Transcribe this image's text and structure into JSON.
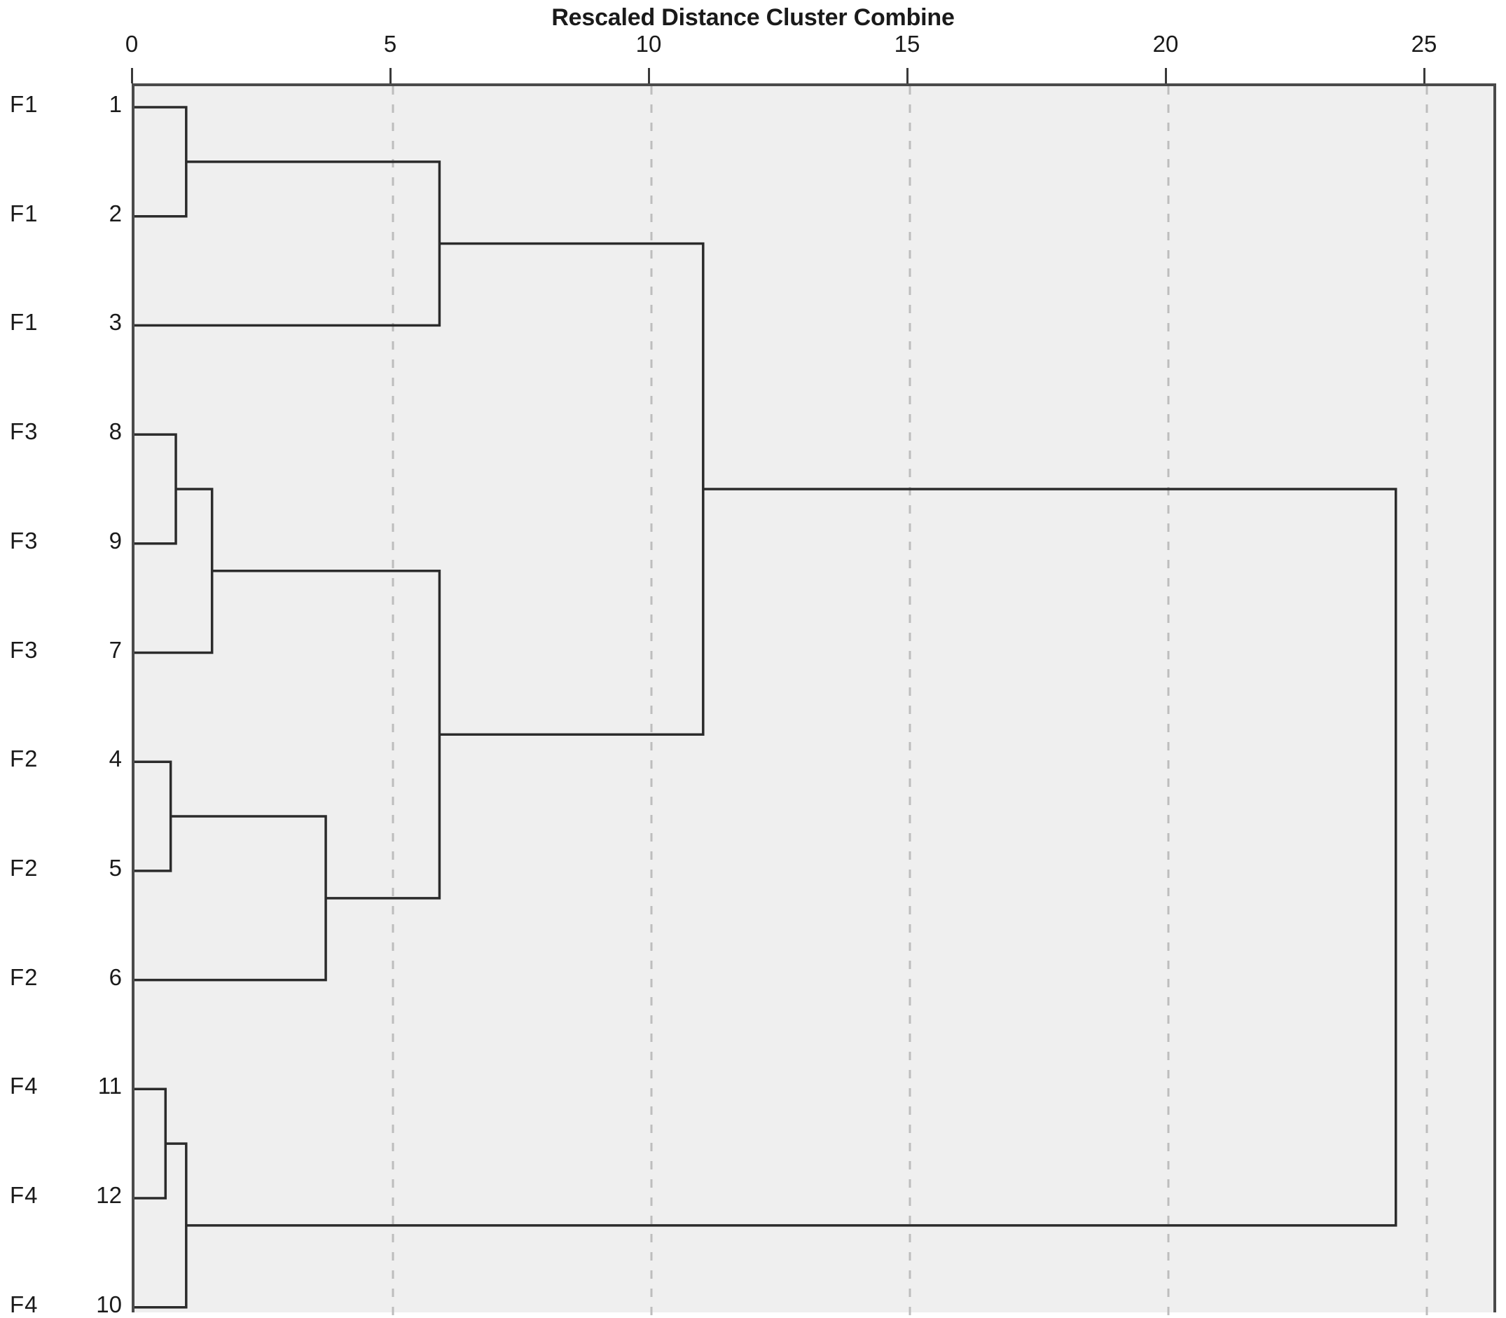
{
  "chart_data": {
    "type": "dendrogram",
    "title": "Rescaled Distance Cluster Combine",
    "xlabel": "",
    "ylabel": "",
    "xlim": [
      0,
      26.4
    ],
    "grid": true,
    "legend": "none",
    "xticks": [
      0,
      5,
      10,
      15,
      20,
      25
    ],
    "xtick_labels": [
      "0",
      "5",
      "10",
      "15",
      "20",
      "25"
    ],
    "leaves": [
      {
        "group": "F1",
        "case": "1",
        "order": 0
      },
      {
        "group": "F1",
        "case": "2",
        "order": 1
      },
      {
        "group": "F1",
        "case": "3",
        "order": 2
      },
      {
        "group": "F3",
        "case": "8",
        "order": 3
      },
      {
        "group": "F3",
        "case": "9",
        "order": 4
      },
      {
        "group": "F3",
        "case": "7",
        "order": 5
      },
      {
        "group": "F2",
        "case": "4",
        "order": 6
      },
      {
        "group": "F2",
        "case": "5",
        "order": 7
      },
      {
        "group": "F2",
        "case": "6",
        "order": 8
      },
      {
        "group": "F4",
        "case": "11",
        "order": 9
      },
      {
        "group": "F4",
        "case": "12",
        "order": 10
      },
      {
        "group": "F4",
        "case": "10",
        "order": 11
      }
    ],
    "merges": [
      {
        "id": "m1",
        "left": "1",
        "right": "2",
        "distance": 1.0
      },
      {
        "id": "m2",
        "left": "m1",
        "right": "3",
        "distance": 5.9
      },
      {
        "id": "m3",
        "left": "8",
        "right": "9",
        "distance": 0.8
      },
      {
        "id": "m4",
        "left": "m3",
        "right": "7",
        "distance": 1.5
      },
      {
        "id": "m5",
        "left": "4",
        "right": "5",
        "distance": 0.7
      },
      {
        "id": "m6",
        "left": "m5",
        "right": "6",
        "distance": 3.7
      },
      {
        "id": "m7",
        "left": "m4",
        "right": "m6",
        "distance": 5.9
      },
      {
        "id": "m8",
        "left": "11",
        "right": "12",
        "distance": 0.6
      },
      {
        "id": "m9",
        "left": "m8",
        "right": "10",
        "distance": 1.0
      },
      {
        "id": "m10",
        "left": "m7",
        "right": "m2",
        "distance": 11.0
      },
      {
        "id": "m11",
        "left": "m10",
        "right": "m9",
        "distance": 24.4
      }
    ],
    "colors": {
      "plot_background": "#efefef",
      "line": "#2b2b2b",
      "gridline": "#bdbdbd",
      "axis": "#4a4a4a",
      "text": "#1a1a1a"
    }
  }
}
